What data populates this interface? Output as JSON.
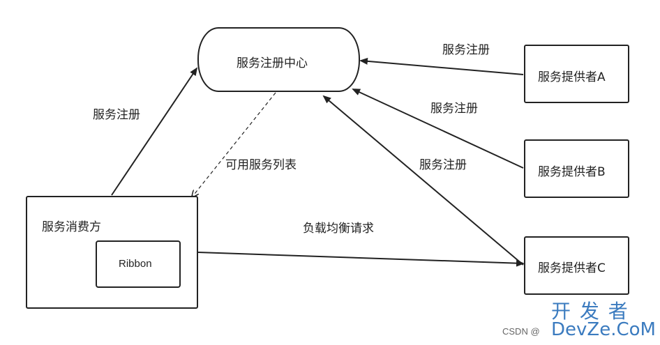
{
  "nodes": {
    "registry": "服务注册中心",
    "provider_a": "服务提供者A",
    "provider_b": "服务提供者B",
    "provider_c": "服务提供者C",
    "consumer": "服务消费方",
    "ribbon": "Ribbon"
  },
  "edges": {
    "register_consumer": "服务注册",
    "register_a": "服务注册",
    "register_b": "服务注册",
    "register_c": "服务注册",
    "available_list": "可用服务列表",
    "load_balance": "负载均衡请求"
  },
  "watermark": {
    "csdn": "CSDN @",
    "logo_top": "开 发 者",
    "logo_bottom": "DevZe.CoM"
  }
}
